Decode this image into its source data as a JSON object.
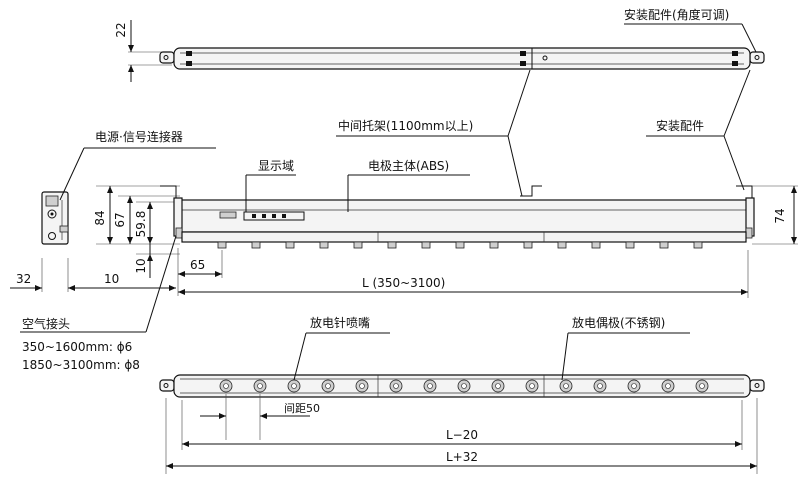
{
  "labels": {
    "mount_adjustable": "安装配件(角度可调)",
    "power_connector": "电源·信号连接器",
    "center_bracket": "中间托架(1100mm以上)",
    "mount_fitting": "安装配件",
    "display_area": "显示域",
    "electrode_body": "电极主体(ABS)",
    "air_joint": "空气接头",
    "air_joint_spec_1": "350~1600mm: ϕ6",
    "air_joint_spec_2": "1850~3100mm: ϕ8",
    "discharge_nozzle": "放电针喷嘴",
    "counter_electrode": "放电偶极(不锈钢)",
    "pitch": "间距50"
  },
  "dimensions": {
    "top_height": "22",
    "h84": "84",
    "h67": "67",
    "h59": "59.8",
    "h10": "10",
    "w32": "32",
    "w10": "10",
    "w65": "65",
    "length_range": "L (350~3100)",
    "height_right": "74",
    "l_minus": "L−20",
    "l_plus": "L+32"
  }
}
